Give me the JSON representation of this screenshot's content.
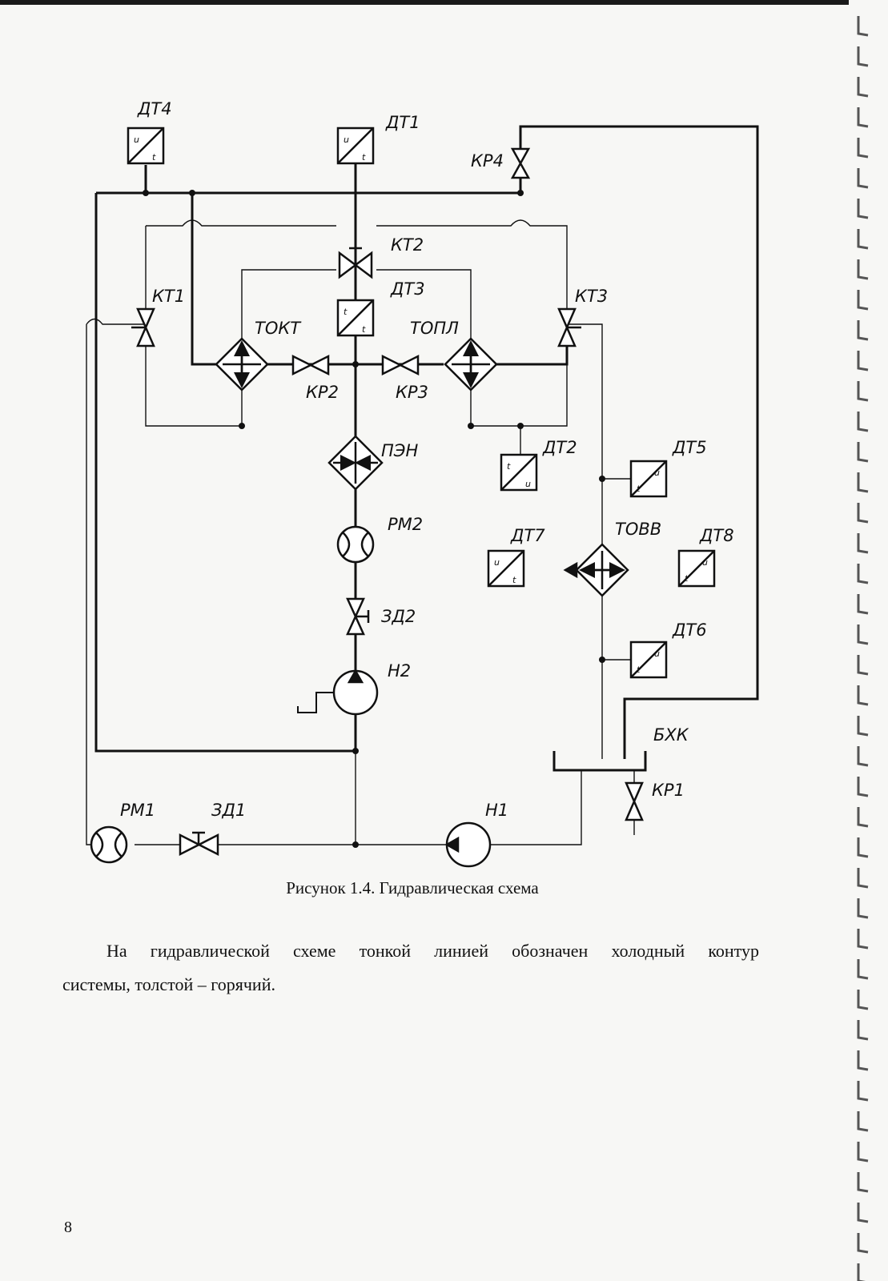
{
  "labels": {
    "dt1": "ДТ1",
    "dt2": "ДТ2",
    "dt3": "ДТ3",
    "dt4": "ДТ4",
    "dt5": "ДТ5",
    "dt6": "ДТ6",
    "dt7": "ДТ7",
    "dt8": "ДТ8",
    "kt1": "КТ1",
    "kt2": "КТ2",
    "kt3": "КТ3",
    "kr1": "КР1",
    "kr2": "КР2",
    "kr3": "КР3",
    "kr4": "КР4",
    "tokt": "ТОКТ",
    "topl": "ТОПЛ",
    "tovv": "ТОВВ",
    "pen": "ПЭН",
    "rm1": "РМ1",
    "rm2": "РМ2",
    "zd1": "ЗД1",
    "zd2": "ЗД2",
    "n1": "Н1",
    "n2": "Н2",
    "bhk": "БХК"
  },
  "sensor_glyphs": {
    "u": "u",
    "t": "t"
  },
  "caption": "Рисунок 1.4. Гидравлическая схема",
  "paragraph": {
    "line1": "На гидравлической схеме тонкой линией обозначен холодный контур",
    "line2": "системы, толстой – горячий."
  },
  "page_number": "8"
}
